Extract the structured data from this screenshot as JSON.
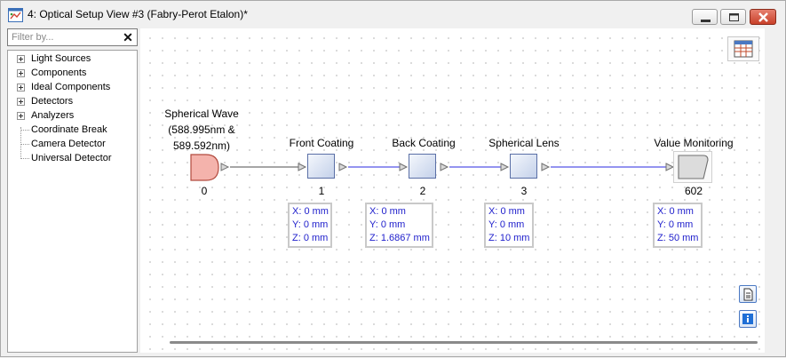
{
  "window": {
    "title": "4: Optical Setup View #3 (Fabry-Perot Etalon)*",
    "icon": "optical-setup-icon",
    "controls": [
      "minimize",
      "maximize",
      "close"
    ]
  },
  "sidebar": {
    "filter_placeholder": "Filter by...",
    "filter_clear": "✕",
    "items": [
      {
        "label": "Light Sources",
        "expandable": true
      },
      {
        "label": "Components",
        "expandable": true
      },
      {
        "label": "Ideal Components",
        "expandable": true
      },
      {
        "label": "Detectors",
        "expandable": true
      },
      {
        "label": "Analyzers",
        "expandable": true
      },
      {
        "label": "Coordinate Break",
        "expandable": false
      },
      {
        "label": "Camera Detector",
        "expandable": false
      },
      {
        "label": "Universal Detector",
        "expandable": false
      }
    ]
  },
  "setup": {
    "source": {
      "label_lines": [
        "Spherical Wave",
        "(588.995nm &",
        "589.592nm)"
      ],
      "index": "0"
    },
    "components": [
      {
        "label": "Front Coating",
        "index": "1",
        "pos": [
          "X: 0 mm",
          "Y: 0 mm",
          "Z: 0 mm"
        ]
      },
      {
        "label": "Back Coating",
        "index": "2",
        "pos": [
          "X: 0 mm",
          "Y: 0 mm",
          "Z: 1.6867 mm"
        ]
      },
      {
        "label": "Spherical Lens",
        "index": "3",
        "pos": [
          "X: 0 mm",
          "Y: 0 mm",
          "Z: 10 mm"
        ]
      }
    ],
    "detector": {
      "label": "Value Monitoring",
      "index": "602",
      "pos": [
        "X: 0 mm",
        "Y: 0 mm",
        "Z: 50 mm"
      ]
    }
  },
  "colors": {
    "source_fill": "#f4b3ac",
    "link_line": "#5555e6",
    "source_link": "#707070",
    "pos_text": "#2020cc"
  },
  "canvas_tools": [
    "table-view-icon",
    "document-icon",
    "info-icon"
  ]
}
